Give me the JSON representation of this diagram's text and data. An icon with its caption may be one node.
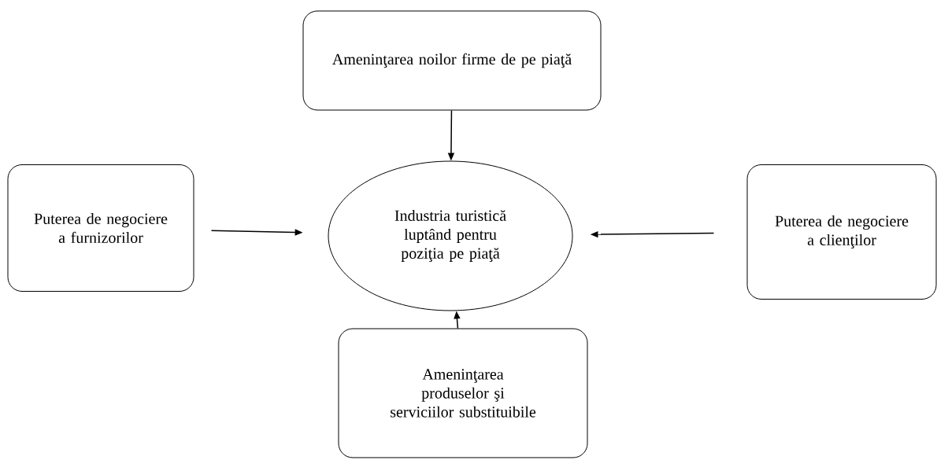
{
  "diagram": {
    "nodes": [
      {
        "text": [
          "Ameninţarea noilor firme de pe piaţă"
        ]
      },
      {
        "text": [
          "Puterea de negociere a furnizorilor"
        ]
      },
      {
        "text": [
          "Industria turistică luptând pentru poziţia pe piaţă"
        ]
      },
      {
        "text": [
          "Puterea de negociere a clienţilor"
        ]
      },
      {
        "text": [
          "Ameninţarea produselor şi serviciilor substituibile"
        ]
      }
    ],
    "edges": [
      {
        "from": 0,
        "to": 2,
        "arrow": "to"
      },
      {
        "from": 1,
        "to": 2,
        "arrow": "to"
      },
      {
        "from": 3,
        "to": 2,
        "arrow": "to"
      },
      {
        "from": 4,
        "to": 2,
        "arrow": "to"
      }
    ]
  }
}
